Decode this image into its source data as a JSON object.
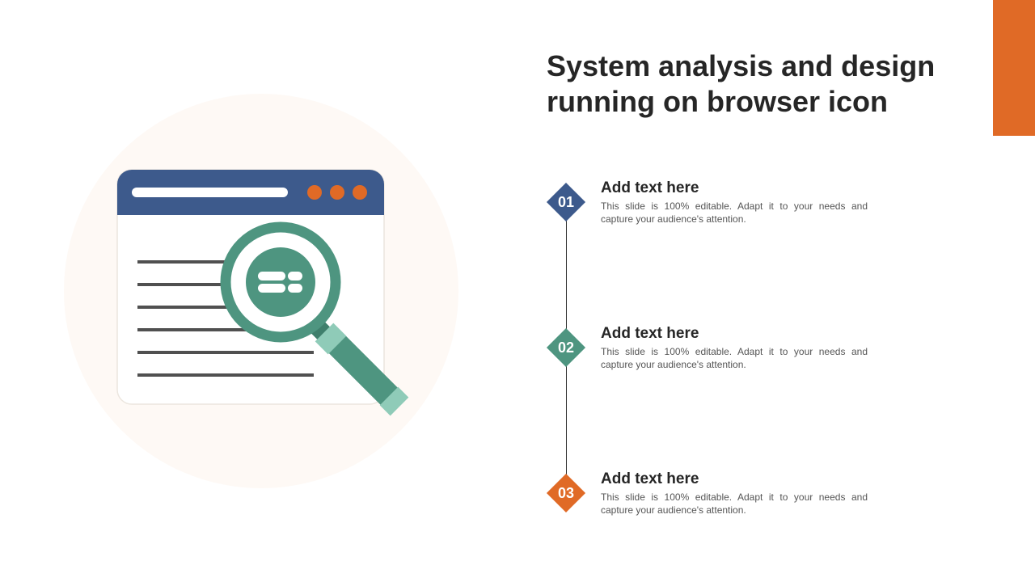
{
  "slide": {
    "title_line1": "System analysis and design",
    "title_line2": "running on browser icon"
  },
  "steps": [
    {
      "number": "01",
      "heading": "Add text here",
      "description": "This slide is 100% editable. Adapt it to your needs and capture your audience's attention.",
      "color": "#3d5a8c"
    },
    {
      "number": "02",
      "heading": "Add text here",
      "description": "This slide is 100% editable. Adapt it to your needs and capture your audience's attention.",
      "color": "#4e9580"
    },
    {
      "number": "03",
      "heading": "Add text here",
      "description": "This slide is 100% editable. Adapt it to your needs and capture your audience's attention.",
      "color": "#e06a26"
    }
  ],
  "icons": {
    "illustration": "browser-magnifier-icon"
  },
  "colors": {
    "accent": "#e06a26",
    "browser_bar": "#3d5a8c",
    "magnifier": "#4e9580",
    "background_circle": "#fef9f5",
    "text_lines": "#505050"
  }
}
